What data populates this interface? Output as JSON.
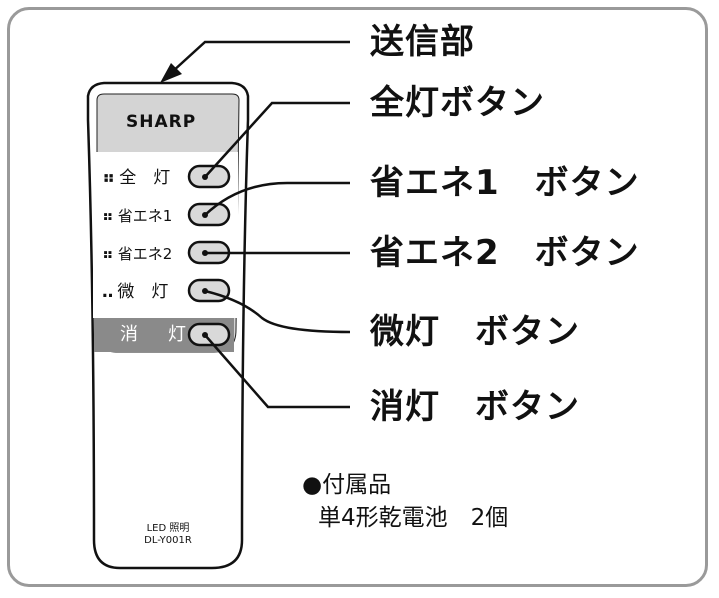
{
  "remote": {
    "brand": "SHARP",
    "buttons": [
      {
        "marker": "⠶",
        "label": "全　灯"
      },
      {
        "marker": "⠶",
        "label": "省エネ1"
      },
      {
        "marker": "⠶",
        "label": "省エネ2"
      },
      {
        "marker": "‥",
        "label": "微　灯"
      }
    ],
    "off_button_label": "消　灯",
    "model_line1": "LED 照明",
    "model_line2": "DL-Y001R"
  },
  "callouts": {
    "transmitter": "送信部",
    "full_light": "全灯ボタン",
    "eco1": "省エネ1　ボタン",
    "eco2": "省エネ2　ボタン",
    "dim": "微灯　ボタン",
    "off": "消灯　ボタン"
  },
  "accessories": {
    "title": "●付属品",
    "item": "単4形乾電池　2個"
  },
  "colors": {
    "frame": "#9a9a9a",
    "remote_body": "#ffffff",
    "top_panel": "#d4d4d4",
    "off_panel": "#8a8a8a",
    "button_fill": "#d9d9d9"
  }
}
